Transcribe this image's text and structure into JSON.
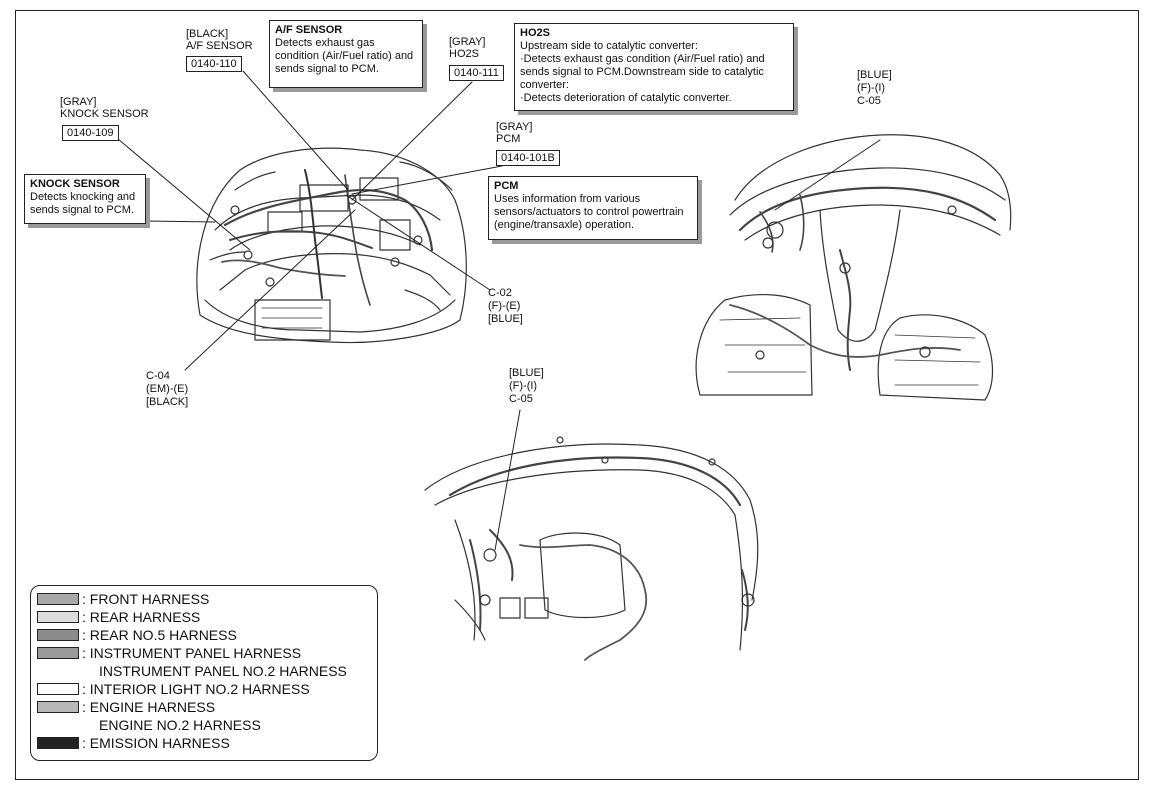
{
  "callouts": {
    "af_sensor_conn": {
      "color": "[BLACK]",
      "name": "A/F SENSOR",
      "code": "0140-110"
    },
    "ho2s_conn": {
      "color": "[GRAY]",
      "name": "HO2S",
      "code": "0140-111"
    },
    "knock_conn": {
      "color": "[GRAY]",
      "name": "KNOCK SENSOR",
      "code": "0140-109"
    },
    "pcm_conn": {
      "color": "[GRAY]",
      "name": "PCM",
      "code": "0140-101B"
    },
    "c02": {
      "line1": "C-02",
      "line2": "(F)-(E)",
      "line3": "[BLUE]"
    },
    "c04": {
      "line1": "C-04",
      "line2": "(EM)-(E)",
      "line3": "[BLACK]"
    },
    "c05_top": {
      "line1": "[BLUE]",
      "line2": "(F)-(I)",
      "line3": "C-05"
    },
    "c05_bottom": {
      "line1": "[BLUE]",
      "line2": "(F)-(I)",
      "line3": "C-05"
    }
  },
  "info_boxes": {
    "af_sensor": {
      "title": "A/F SENSOR",
      "body": "Detects exhaust gas\ncondition (Air/Fuel ratio) and\nsends signal to PCM."
    },
    "ho2s": {
      "title": "HO2S",
      "body": "Upstream side to catalytic converter:\n·Detects exhaust gas condition (Air/Fuel ratio) and\nsends signal to PCM.Downstream side to catalytic\nconverter:\n·Detects deterioration of catalytic converter."
    },
    "knock_sensor": {
      "title": "KNOCK SENSOR",
      "body": "Detects knocking and\nsends signal to PCM."
    },
    "pcm": {
      "title": "PCM",
      "body": "Uses information from various\nsensors/actuators to control powertrain\n(engine/transaxle) operation."
    }
  },
  "legend": [
    {
      "label": ": FRONT HARNESS",
      "swatch": "#a8a8a8",
      "pattern": "dots"
    },
    {
      "label": ": REAR HARNESS",
      "swatch": "#dcdcdc",
      "pattern": "light"
    },
    {
      "label": ": REAR NO.5 HARNESS",
      "swatch": "#8c8c8c",
      "pattern": "dots"
    },
    {
      "label": ": INSTRUMENT PANEL HARNESS",
      "swatch": "#9a9a9a",
      "pattern": "dots"
    },
    {
      "label": "INSTRUMENT PANEL NO.2 HARNESS",
      "swatch": null,
      "pattern": "none"
    },
    {
      "label": ": INTERIOR LIGHT NO.2 HARNESS",
      "swatch": "#ffffff",
      "pattern": "blank"
    },
    {
      "label": ": ENGINE HARNESS",
      "swatch": "#b8b8b8",
      "pattern": "light"
    },
    {
      "label": "ENGINE NO.2 HARNESS",
      "swatch": null,
      "pattern": "none"
    },
    {
      "label": ": EMISSION HARNESS",
      "swatch": "#222222",
      "pattern": "dark"
    }
  ]
}
